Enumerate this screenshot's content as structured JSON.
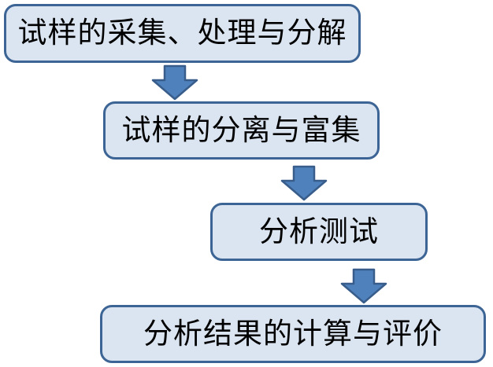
{
  "diagram": {
    "type": "flowchart",
    "direction": "top-to-bottom",
    "connector": "block-down-arrow",
    "steps": [
      {
        "id": 1,
        "label": "试样的采集、处理与分解"
      },
      {
        "id": 2,
        "label": "试样的分离与富集"
      },
      {
        "id": 3,
        "label": "分析测试"
      },
      {
        "id": 4,
        "label": "分析结果的计算与评价"
      }
    ],
    "colors": {
      "background": "#ffffff",
      "box_fill": "#dbe5f1",
      "box_border": "#3c6494",
      "arrow_fill": "#4f81bd",
      "arrow_border": "#385d8a",
      "text": "#000000"
    }
  }
}
